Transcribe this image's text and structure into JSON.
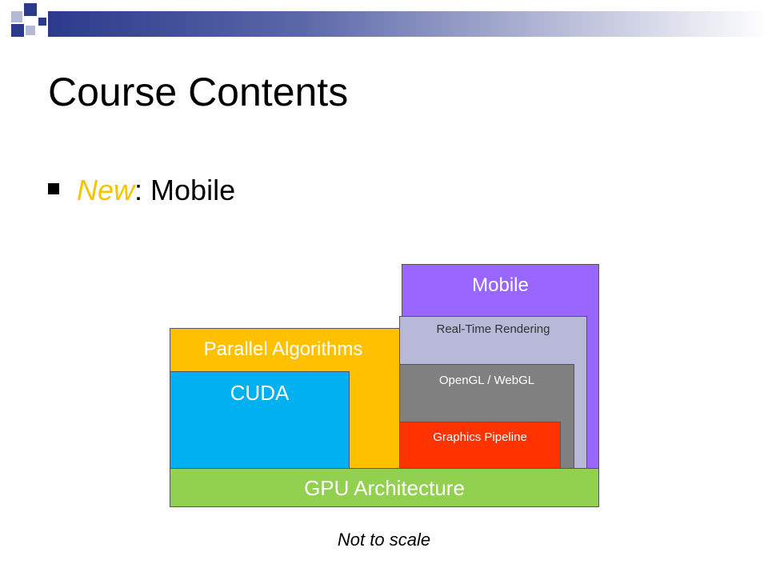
{
  "slide": {
    "title": "Course Contents",
    "bullet": {
      "highlight": "New",
      "rest": ": Mobile",
      "highlight_color": "#f5c400"
    }
  },
  "diagram": {
    "mobile": {
      "label": "Mobile",
      "color": "#9966ff"
    },
    "real_time_rendering": {
      "label": "Real-Time Rendering",
      "color": "#b8b8d8"
    },
    "opengl_webgl": {
      "label": "OpenGL / WebGL",
      "color": "#808080"
    },
    "graphics_pipeline": {
      "label": "Graphics Pipeline",
      "color": "#ff3300"
    },
    "parallel_algorithms": {
      "label": "Parallel Algorithms",
      "color": "#ffc000"
    },
    "cuda": {
      "label": "CUDA",
      "color": "#00b0f0"
    },
    "gpu_architecture": {
      "label": "GPU Architecture",
      "color": "#92d050"
    }
  },
  "footnote": "Not to scale",
  "colors": {
    "banner_dark": "#2b3a8c",
    "banner_light": "#b4b9d6"
  }
}
